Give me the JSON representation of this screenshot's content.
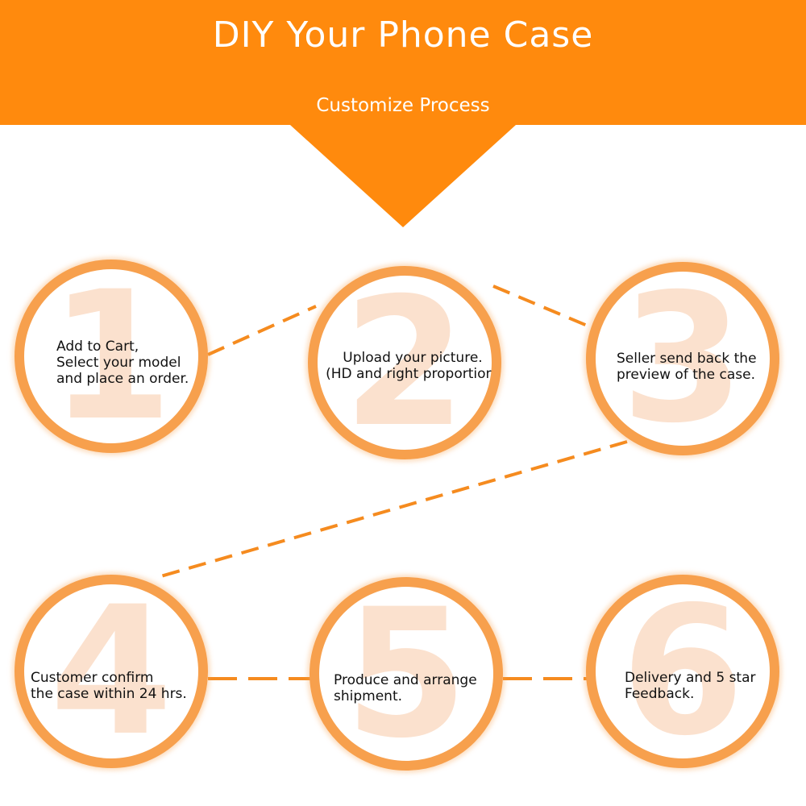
{
  "header": {
    "title": "DIY Your Phone Case",
    "subtitle": "Customize Process"
  },
  "colors": {
    "accent": "#ff8a0d",
    "ring": "#f7a04d",
    "numeral": "#fbdcc6",
    "text": "#111111"
  },
  "steps": [
    {
      "number": "1",
      "text": "Add to Cart,\nSelect your model\nand place an order."
    },
    {
      "number": "2",
      "text": "Upload your picture.\n(HD and right proportion)"
    },
    {
      "number": "3",
      "text": "Seller send back the\npreview of the case."
    },
    {
      "number": "4",
      "text": "Customer confirm\nthe case within 24 hrs."
    },
    {
      "number": "5",
      "text": "Produce and arrange\nshipment."
    },
    {
      "number": "6",
      "text": "Delivery and 5 star\nFeedback."
    }
  ]
}
